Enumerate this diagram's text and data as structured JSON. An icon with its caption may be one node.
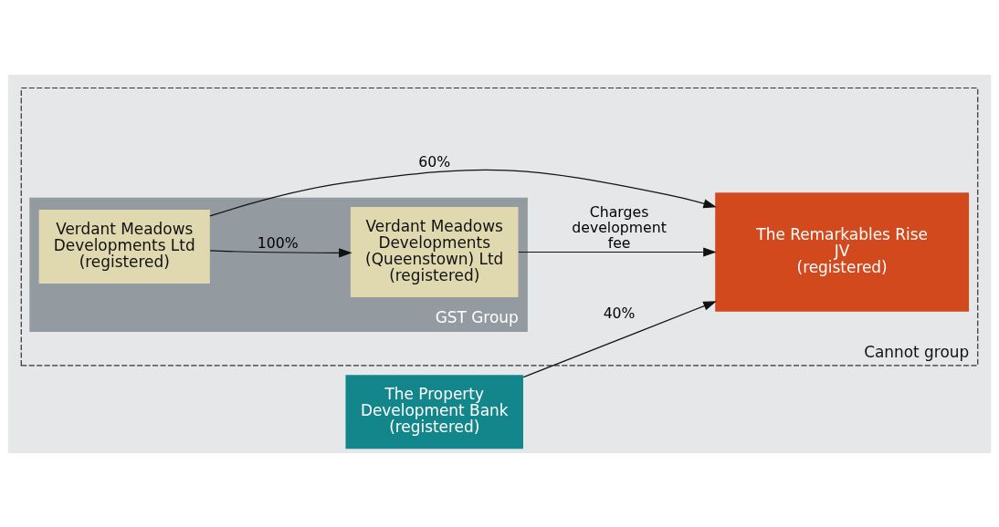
{
  "diagram": {
    "nodes": [
      {
        "text": [
          "Cannot group"
        ]
      },
      {
        "text": [
          "GST Group"
        ],
        "in": 0
      },
      {
        "text": [
          "Verdant Meadows Developments Ltd",
          "(registered)"
        ],
        "in": 1
      },
      {
        "text": [
          "Verdant Meadows Developments (Queenstown) Ltd",
          "(registered)"
        ],
        "in": 1
      },
      {
        "text": [
          "The Remarkables Rise JV",
          "(registered)"
        ],
        "in": 0
      },
      {
        "text": [
          "The Property Development Bank",
          "(registered)"
        ]
      }
    ],
    "edges": [
      {
        "from": 2,
        "to": 3,
        "arrow": "to",
        "label": "100%"
      },
      {
        "from": 2,
        "to": 4,
        "arrow": "to",
        "label": "60%"
      },
      {
        "from": 5,
        "to": 4,
        "arrow": "to",
        "label": "40%"
      },
      {
        "from": 3,
        "to": 4,
        "arrow": "to",
        "label": "Charges development fee"
      }
    ]
  }
}
